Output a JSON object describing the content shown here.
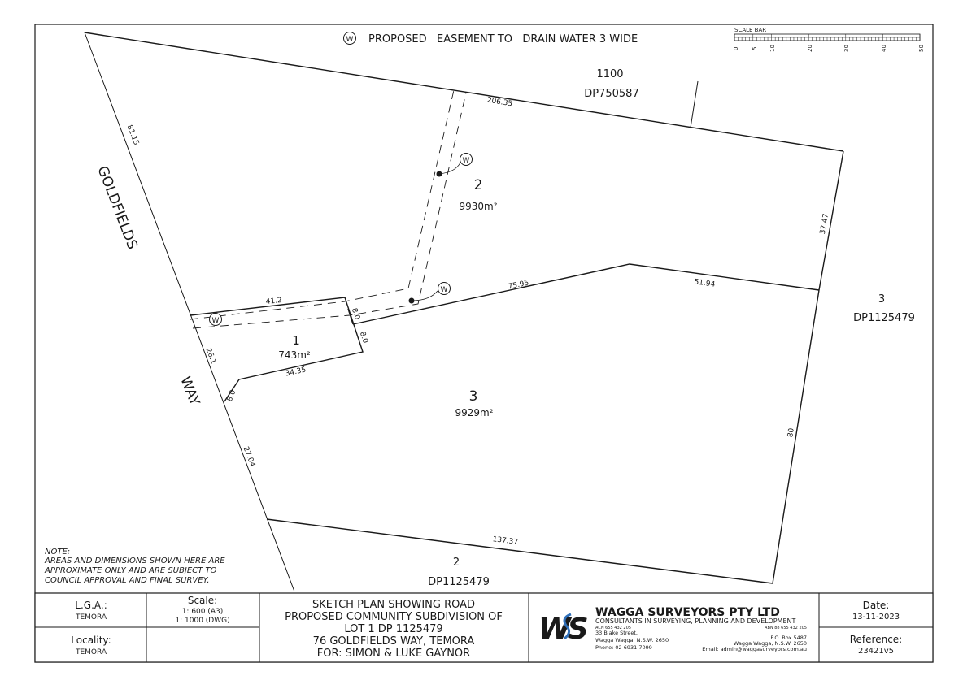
{
  "legend": {
    "symbol": "W",
    "text": "PROPOSED   EASEMENT TO   DRAIN WATER 3 WIDE"
  },
  "scale_bar": {
    "title": "SCALE BAR",
    "ticks": [
      "0",
      "5",
      "10",
      "20",
      "30",
      "40",
      "50"
    ]
  },
  "neighbours": {
    "north": {
      "lot": "1100",
      "dp": "DP750587"
    },
    "east": {
      "lot": "3",
      "dp": "DP1125479"
    },
    "south": {
      "lot": "2",
      "dp": "DP1125479"
    }
  },
  "road": {
    "word1": "GOLDFIELDS",
    "word2": "WAY"
  },
  "lots": [
    {
      "number": "1",
      "area": "743m²"
    },
    {
      "number": "2",
      "area": "9930m²"
    },
    {
      "number": "3",
      "area": "9929m²"
    }
  ],
  "dimensions": {
    "west_top": "81.15",
    "north": "206.35",
    "east_top": "37.47",
    "mid_left": "75.95",
    "mid_right": "51.94",
    "east_bottom": "80",
    "south": "137.37",
    "west_lot1": "26.1",
    "west_splay": "8.0",
    "west_bottom": "27.04",
    "lot1_north": "41.2",
    "lot1_east_a": "8.0",
    "lot1_east_b": "8.0",
    "lot1_south": "34.35"
  },
  "note": [
    "NOTE:",
    "AREAS AND DIMENSIONS SHOWN HERE ARE",
    "APPROXIMATE ONLY AND ARE SUBJECT TO",
    "COUNCIL APPROVAL AND FINAL SURVEY."
  ],
  "title_block": {
    "lga_label": "L.G.A.:",
    "lga_value": "TEMORA",
    "scale_label": "Scale:",
    "scale_line1": "1: 600 (A3)",
    "scale_line2": "1: 1000 (DWG)",
    "locality_label": "Locality:",
    "locality_value": "TEMORA",
    "title_lines": [
      "SKETCH PLAN SHOWING ROAD",
      "PROPOSED COMMUNITY SUBDIVISION OF",
      "LOT 1 DP 1125479",
      "76 GOLDFIELDS WAY, TEMORA",
      "FOR: SIMON & LUKE GAYNOR"
    ],
    "company": {
      "logo": "WS",
      "name": "WAGGA SURVEYORS PTY LTD",
      "tagline": "CONSULTANTS IN SURVEYING, PLANNING AND DEVELOPMENT",
      "acn": "ACN 655 432 205",
      "abn": "ABN 88 655 432 205",
      "street": "33 Blake Street,",
      "city": "Wagga Wagga, N.S.W. 2650",
      "phone": "Phone: 02 6931 7099",
      "po_box": "P.O. Box 5487",
      "po_city": "Wagga Wagga, N.S.W. 2650",
      "email": "Email: admin@waggasurveyors.com.au"
    },
    "date_label": "Date:",
    "date_value": "13-11-2023",
    "reference_label": "Reference:",
    "reference_value": "23421v5"
  },
  "colors": {
    "ink": "#1a1a1a",
    "logo_dark": "#1f2b3a",
    "logo_blue": "#2f6fb8"
  }
}
